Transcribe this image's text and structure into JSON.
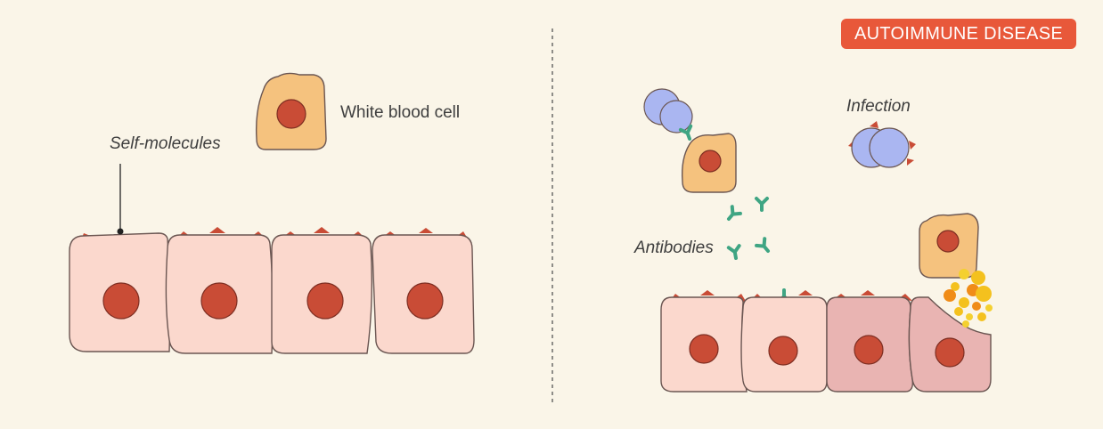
{
  "title": "AUTOIMMUNE DISEASE",
  "labels": {
    "white_blood_cell": "White blood cell",
    "self_molecules": "Self-molecules",
    "infection": "Infection",
    "antibodies": "Antibodies"
  },
  "colors": {
    "background": "#faf5e8",
    "badge": "#e8583a",
    "healthy_cell": "#fbd8cd",
    "damaged_cell": "#e9b4b2",
    "nucleus": "#c94c36",
    "white_blood_cell": "#f5c27e",
    "self_molecule": "#c94c36",
    "pathogen": "#aab6f1",
    "antibody": "#3fa583",
    "inflammation": "#f4c11e"
  },
  "icons": [
    "antibody-icon",
    "pathogen-icon",
    "cell-icon",
    "inflammation-icon"
  ]
}
